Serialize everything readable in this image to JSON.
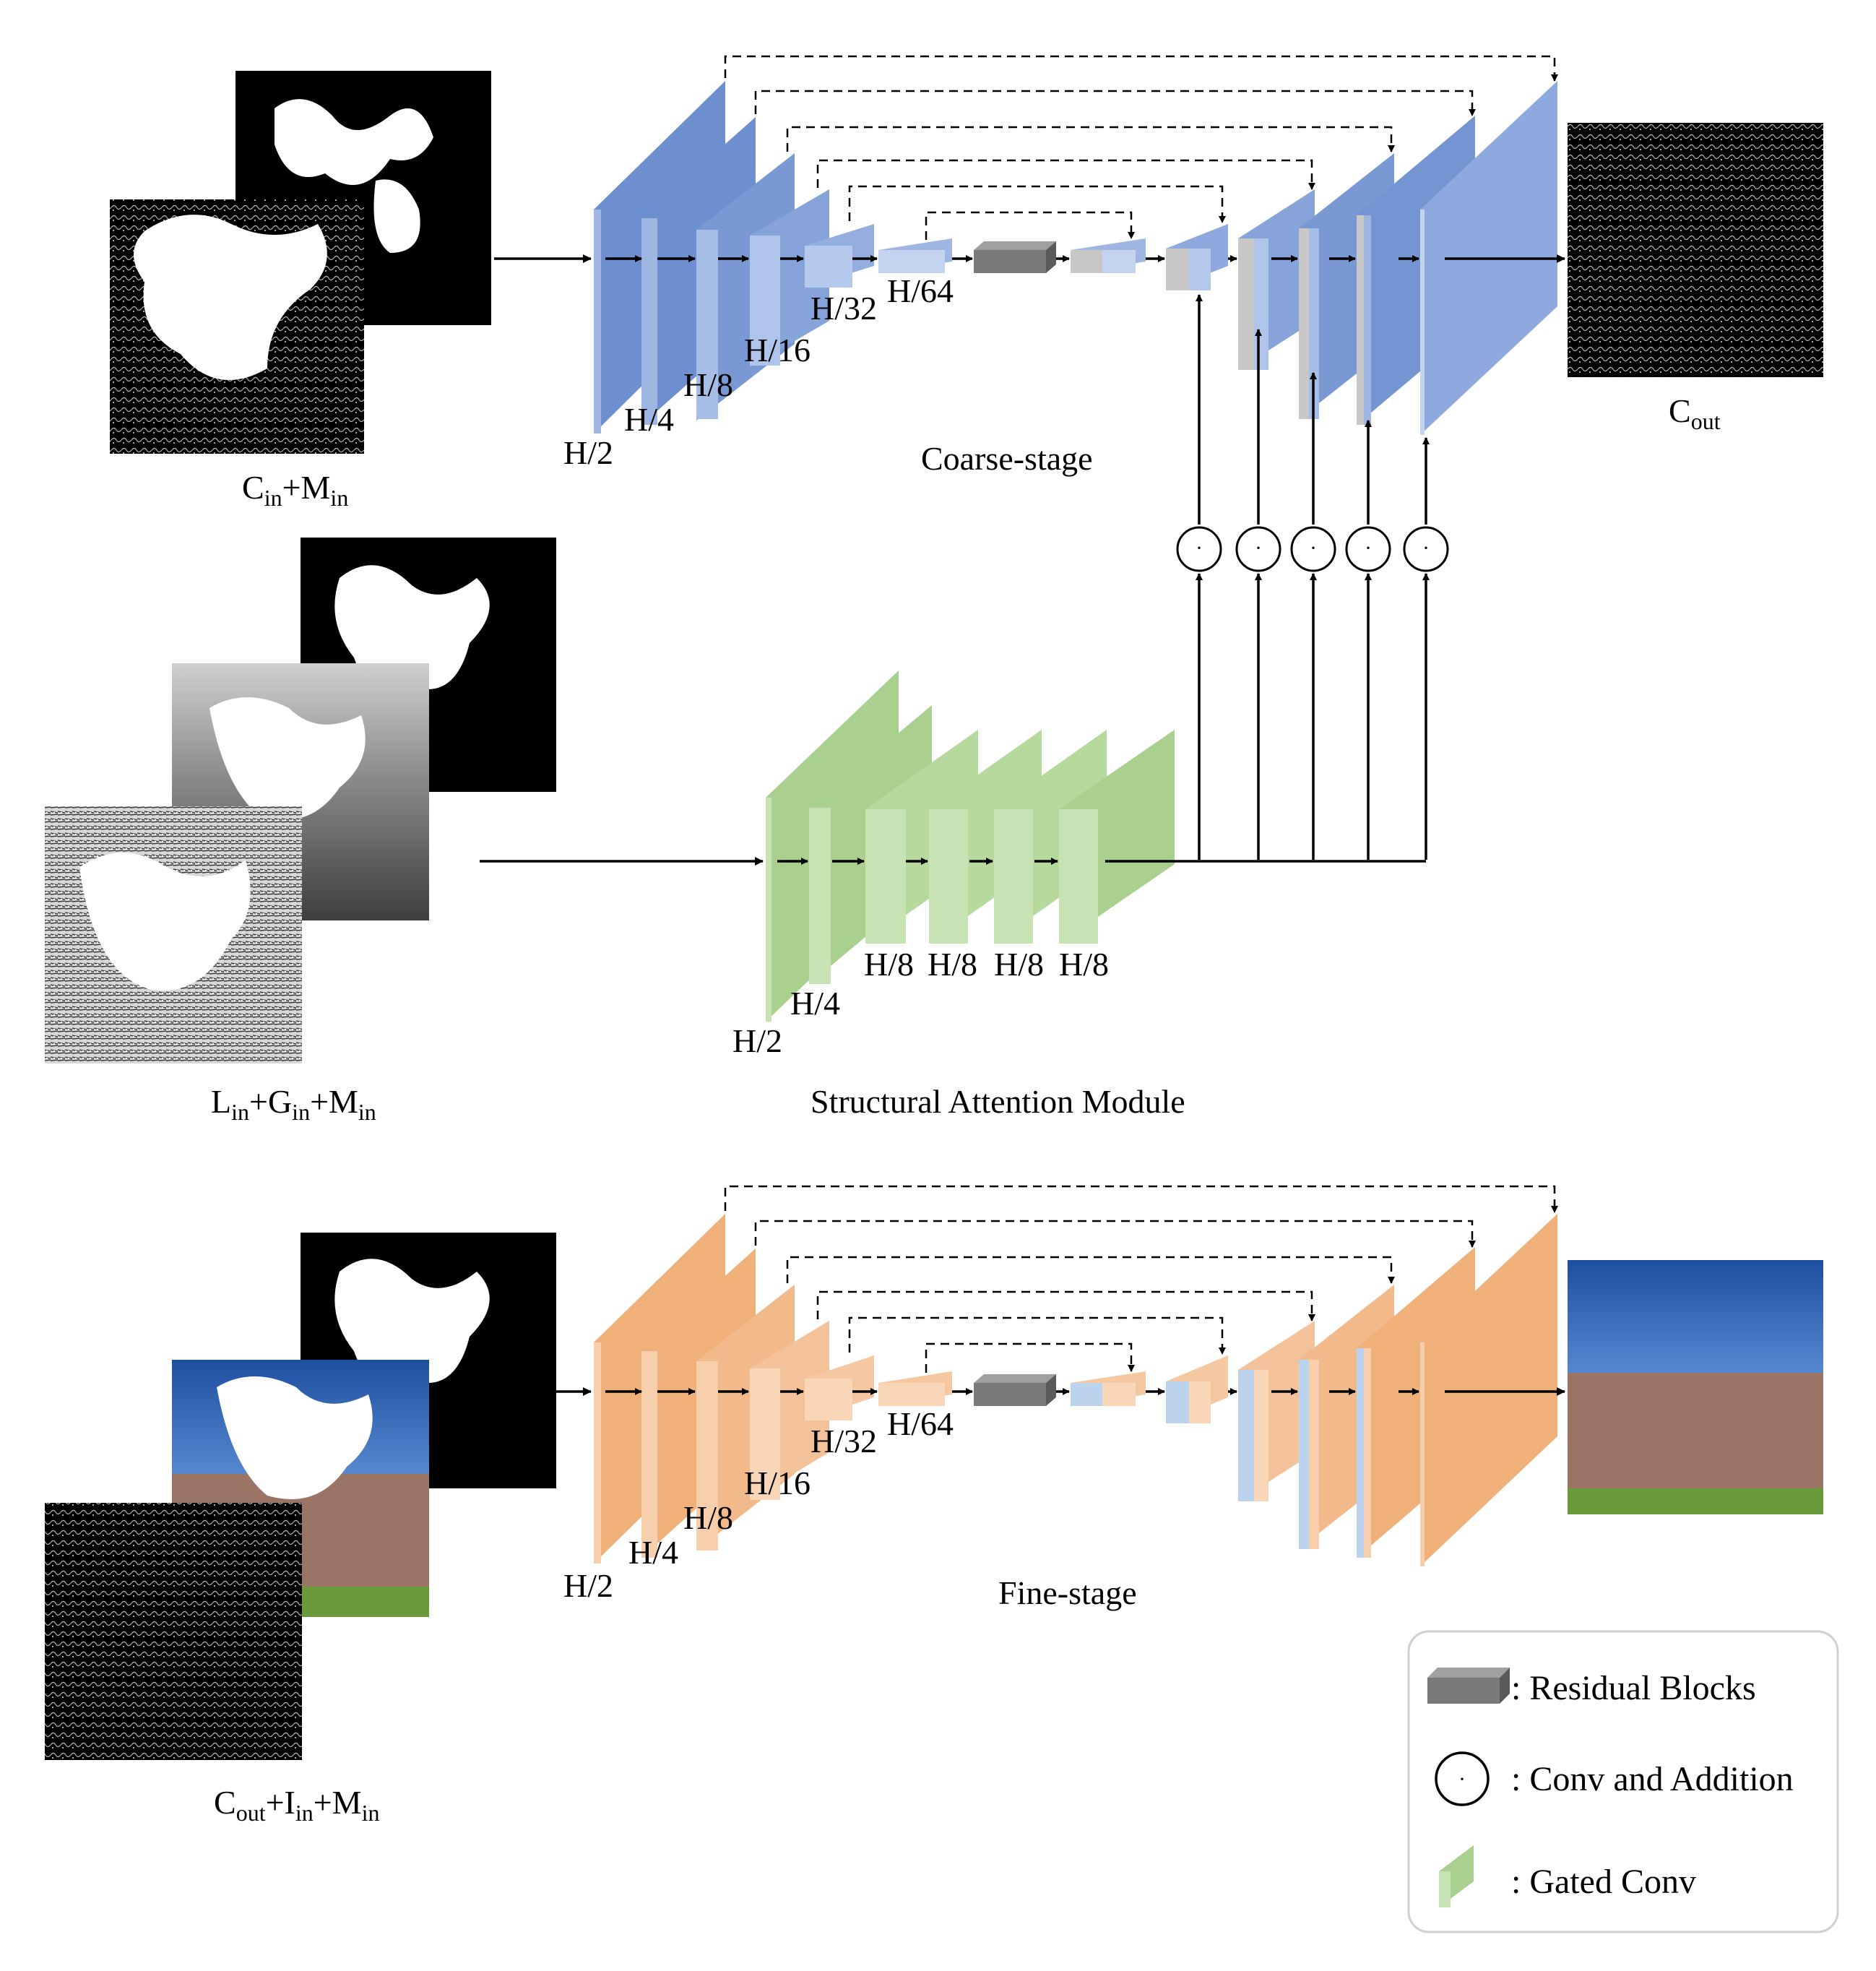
{
  "colors": {
    "coarse_dark": "#6d8fcf",
    "coarse_light": "#9fb6e3",
    "coarse_side": "#c4d3f0",
    "green_dark": "#a9d08e",
    "green_light": "#c7e2b3",
    "orange_dark": "#f0b07a",
    "orange_light": "#f8cfad",
    "blue_skip": "#bcd3ee",
    "gray_block": "#7a7a7a",
    "gray_light": "#c8c8c8"
  },
  "coarse": {
    "input_label_main": [
      "C",
      "in",
      "+M",
      "in"
    ],
    "output_label": [
      "C",
      "out"
    ],
    "stage_title": "Coarse-stage",
    "encoder_labels": [
      "H/2",
      "H/4",
      "H/8",
      "H/16",
      "H/32",
      "H/64"
    ]
  },
  "sam": {
    "input_label": [
      "L",
      "in",
      "+G",
      "in",
      "+M",
      "in"
    ],
    "title": "Structural  Attention Module",
    "labels": [
      "H/2",
      "H/4",
      "H/8",
      "H/8",
      "H/8",
      "H/8"
    ]
  },
  "fine": {
    "input_label": [
      "C",
      "out",
      "+I",
      "in",
      "+M",
      "in"
    ],
    "stage_title": "Fine-stage",
    "encoder_labels": [
      "H/2",
      "H/4",
      "H/8",
      "H/16",
      "H/32",
      "H/64"
    ]
  },
  "legend": {
    "residual": ": Residual Blocks",
    "conv_add": ": Conv and  Addition",
    "gated": ": Gated Conv",
    "conv_symbol": "·"
  }
}
